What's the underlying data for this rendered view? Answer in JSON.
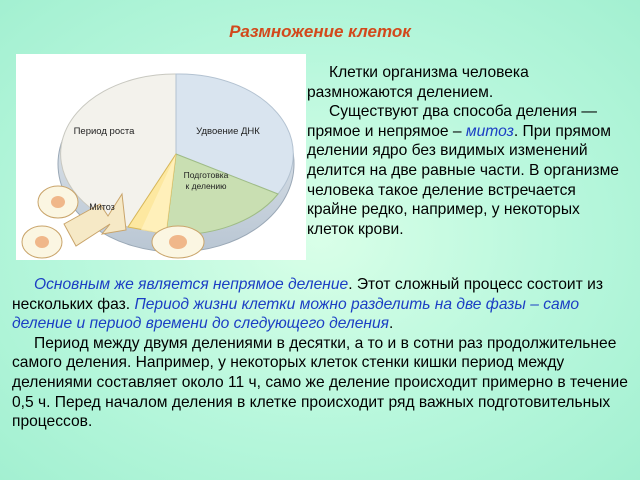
{
  "title": "Размножение клеток",
  "figure": {
    "labels": {
      "growth": "Период роста",
      "dna": "Удвоение ДНК",
      "prep_line1": "Подготовка",
      "prep_line2": "к делению",
      "mitosis": "Митоз"
    }
  },
  "right_text": {
    "p1": "Клетки организма человека размножаются делением.",
    "p2_a": "Существуют два способа деления — прямое и непрямое – ",
    "p2_term": "митоз",
    "p2_b": ". При прямом делении ядро без видимых изменений делится на две равные части. В организме человека такое деление встречается крайне редко, например, у некоторых клеток крови."
  },
  "bottom_text": {
    "p3_em1": "Основным же является непрямое деление",
    "p3_a": ". Этот сложный процесс состоит из нескольких фаз. ",
    "p3_em2": "Период жизни клетки можно разделить на две фазы – само деление и период времени до следующего деления",
    "p3_end": ".",
    "p4": "Период между двумя делениями в десятки, а то и в сотни раз продолжительнее самого деления. Например, у некоторых клеток стенки кишки период между делениями составляет около 11 ч, само же деление происходит примерно в течение 0,5 ч. Перед началом деления в клетке происходит ряд важных подготовительных процессов."
  },
  "colors": {
    "background": "#b7f7dc",
    "title": "#d2491c",
    "accent_text": "#1b3ec4",
    "growth_sector": "#f3f2ec",
    "dna_sector": "#d9e4ef",
    "prep_sector": "#c9dfb2",
    "mitosis_sector": "#fde8a0"
  }
}
